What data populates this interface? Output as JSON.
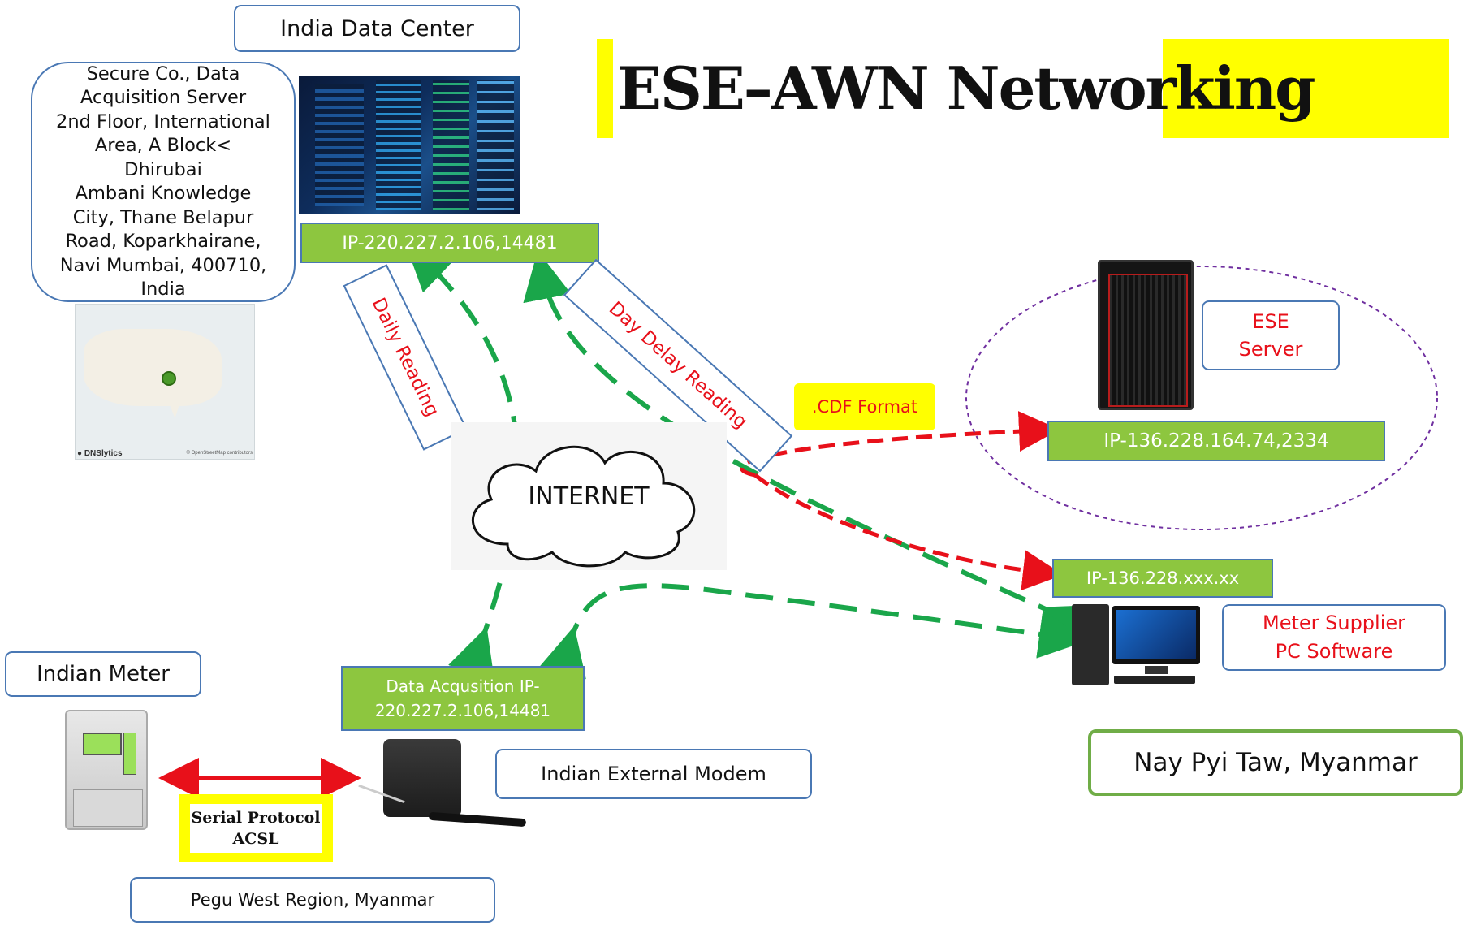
{
  "title": {
    "text": "ESE–AWN Networking",
    "accent_color": "#ffff00"
  },
  "india_dc": {
    "label": "India Data Center",
    "address_lines": [
      "Secure Co., Data",
      "Acquisition Server",
      "2nd Floor, International",
      "Area, A Block<",
      "Dhirubai",
      "Ambani Knowledge",
      "City, Thane Belapur",
      "Road, Koparkhairane,",
      "Navi Mumbai, 400710,",
      "India"
    ],
    "ip": "IP-220.227.2.106,14481",
    "map_credit_left": "DNSlytics",
    "map_credit_right": "© OpenStreetMap contributors"
  },
  "links": {
    "daily_reading": "Daily Reading",
    "day_delay_reading": "Day Delay Reading",
    "cdf_format": ".CDF Format",
    "internet": "INTERNET"
  },
  "ese_server": {
    "label_line1": "ESE",
    "label_line2": "Server",
    "ip": "IP-136.228.164.74,2334"
  },
  "meter_supplier": {
    "ip": "IP-136.228.xxx.xx",
    "label_line1": "Meter Supplier",
    "label_line2": "PC Software"
  },
  "location_myanmar": "Nay Pyi Taw, Myanmar",
  "indian_meter": {
    "label": "Indian Meter",
    "protocol_line1": "Serial Protocol",
    "protocol_line2": "ACSL"
  },
  "modem": {
    "ip_line1": "Data Acqusition IP-",
    "ip_line2": "220.227.2.106,14481",
    "label": "Indian External Modem"
  },
  "pegu": "Pegu West Region, Myanmar",
  "colors": {
    "green_box": "#8dc63f",
    "box_border": "#4a78b4",
    "red_text": "#e8101a",
    "green_arrow": "#1aa64a",
    "red_arrow": "#e8101a",
    "location_border": "#70ad47"
  }
}
